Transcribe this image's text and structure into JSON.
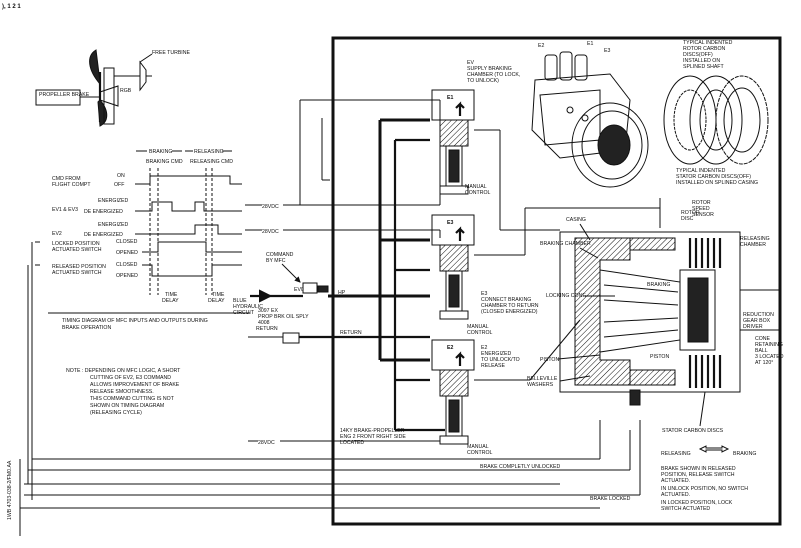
{
  "fig_label": "), 1 2 1",
  "side_ref": "1WB 4703-038-2/FM0.AA",
  "propulsion": {
    "propeller_brake": "PROPELLER BRAKE",
    "rgb": "RGB",
    "free_turbine": "FREE TURBINE"
  },
  "timing": {
    "braking": "BRAKING",
    "releasing": "RELEASING",
    "braking_cmd": "BRAKING CMD",
    "releasing_cmd": "RELEASING CMD",
    "cmd_from_1": "CMD FROM",
    "cmd_from_2": "FLIGHT COMPT",
    "on": "ON",
    "off": "OFF",
    "ev1_ev3": "EV1 & EV3",
    "energized": "ENERGIZED",
    "de_energized": "DE ENERGIZED",
    "ev2": "EV2",
    "locked_pos_1": "LOCKED POSITION",
    "locked_pos_2": "ACTUATED SWITCH",
    "released_pos_1": "RELEASED POSITION",
    "released_pos_2": "ACTUATED SWITCH",
    "closed": "CLOSED",
    "opened": "OPENED",
    "time": "TIME",
    "delay": "DELAY",
    "caption_1": "TIMING DIAGRAM OF MFC INPUTS AND OUTPUTS DURING",
    "caption_2": "BRAKE OPERATION"
  },
  "note": [
    "NOTE :  DEPENDING ON MFC LOGIC, A SHORT",
    "CUTTING OF EV2, E3 COMMAND",
    "ALLOWS IMPROVEMENT OF BRAKE",
    "RELEASE SMOOTHNESS.",
    "THIS COMMAND CUTTING IS NOT",
    "SHOWN ON TIMING DIAGRAM",
    "(RELEASING CYCLE)"
  ],
  "hydraulic": {
    "command_by_mfc_1": "COMMAND",
    "command_by_mfc_2": "BY MFC",
    "ev0": "EV0",
    "blue_1": "BLUE",
    "blue_2": "HYDRAULIC",
    "blue_3": "CIRCUIT",
    "supply_1": "3097 EX",
    "supply_2": "PROP BRK OIL SPLY",
    "supply_3": "4008",
    "hp": "HP",
    "return_1": "RETURN",
    "return_2": "RETURN"
  },
  "voltages": {
    "v1": "28VDC",
    "v2": "28VDC",
    "v3": "28VDC"
  },
  "valves": {
    "e1": "E1",
    "e1_desc_1": "EV",
    "e1_desc_2": "SUPPLY BRAKING",
    "e1_desc_3": "CHAMBER (TO LOCK,",
    "e1_desc_4": "TO UNLOCK)",
    "e3": "E3",
    "e3_desc_1": "E3",
    "e3_desc_2": "CONNECT BRAKING",
    "e3_desc_3": "CHAMBER TO RETURN",
    "e3_desc_4": "(CLOSED ENERGIZED)",
    "e2": "E2",
    "e2_desc_1": "E2",
    "e2_desc_2": "ENERGIZED",
    "e2_desc_3": "TO UNLOCK/TO",
    "e2_desc_4": "RELEASE",
    "manual_1": "MANUAL",
    "manual_2": "CONTROL",
    "manual_3": "MANUAL",
    "manual_4": "CONTROL",
    "manual_5": "MANUAL",
    "manual_6": "CONTROL",
    "location_1": "14KY BRAKE-PROPELLER",
    "location_2": "ENG 2 FRONT RIGHT SIDE",
    "location_3": "LOCATED"
  },
  "unit": {
    "e2": "E2",
    "e1": "E1",
    "e3": "E3"
  },
  "discs": {
    "rotor_1": "TYPICAL INDENTED",
    "rotor_2": "ROTOR CARBON",
    "rotor_3": "DISCS(OFF)",
    "rotor_4": "INSTALLED ON",
    "rotor_5": "SPLINED SHAFT",
    "stator_1": "TYPICAL INDENTED",
    "stator_2": "STATOR CARBON DISCS(OFF)",
    "stator_3": "INSTALLED ON SPLINED CASING"
  },
  "brake": {
    "casing": "CASING",
    "rotor_disc_1": "ROTOR",
    "rotor_disc_2": "DISC",
    "rotor_speed_1": "ROTOR",
    "rotor_speed_2": "SPEED",
    "rotor_speed_3": "SENSOR",
    "braking_chamber": "BRAKING CHAMBER",
    "releasing_chamber_1": "RELEASING",
    "releasing_chamber_2": "CHAMBER",
    "locking_cone": "LOCKING CONE",
    "braking_inner": "BRAKING",
    "reduction_1": "REDUCTION",
    "reduction_2": "GEAR BOX",
    "reduction_3": "DRIVER",
    "piston": "PISTON",
    "piston_inner": "PISTON",
    "cone_1": "CONE",
    "cone_2": "RETAINING",
    "cone_3": "BALL",
    "cone_4": "3 LOCATED",
    "cone_5": "AT 120°",
    "belleville_1": "BELLEVILLE",
    "belleville_2": "WASHERS",
    "stator_discs": "STATOR CARBON DISCS"
  },
  "legend": {
    "releasing": "RELEASING",
    "braking": "BRAKING",
    "l1": "BRAKE SHOWN IN RELEASED",
    "l2": "POSITION, RELEASE SWITCH",
    "l3": "ACTUATED.",
    "l4": "IN UNLOCK POSITION, NO SWITCH",
    "l5": "ACTUATED.",
    "l6": "IN LOCKED POSITION, LOCK",
    "l7": "SWITCH ACTUATED"
  },
  "signals": {
    "unlocked": "BRAKE COMPLETLY UNLOCKED",
    "locked": "BRAKE LOCKED"
  }
}
